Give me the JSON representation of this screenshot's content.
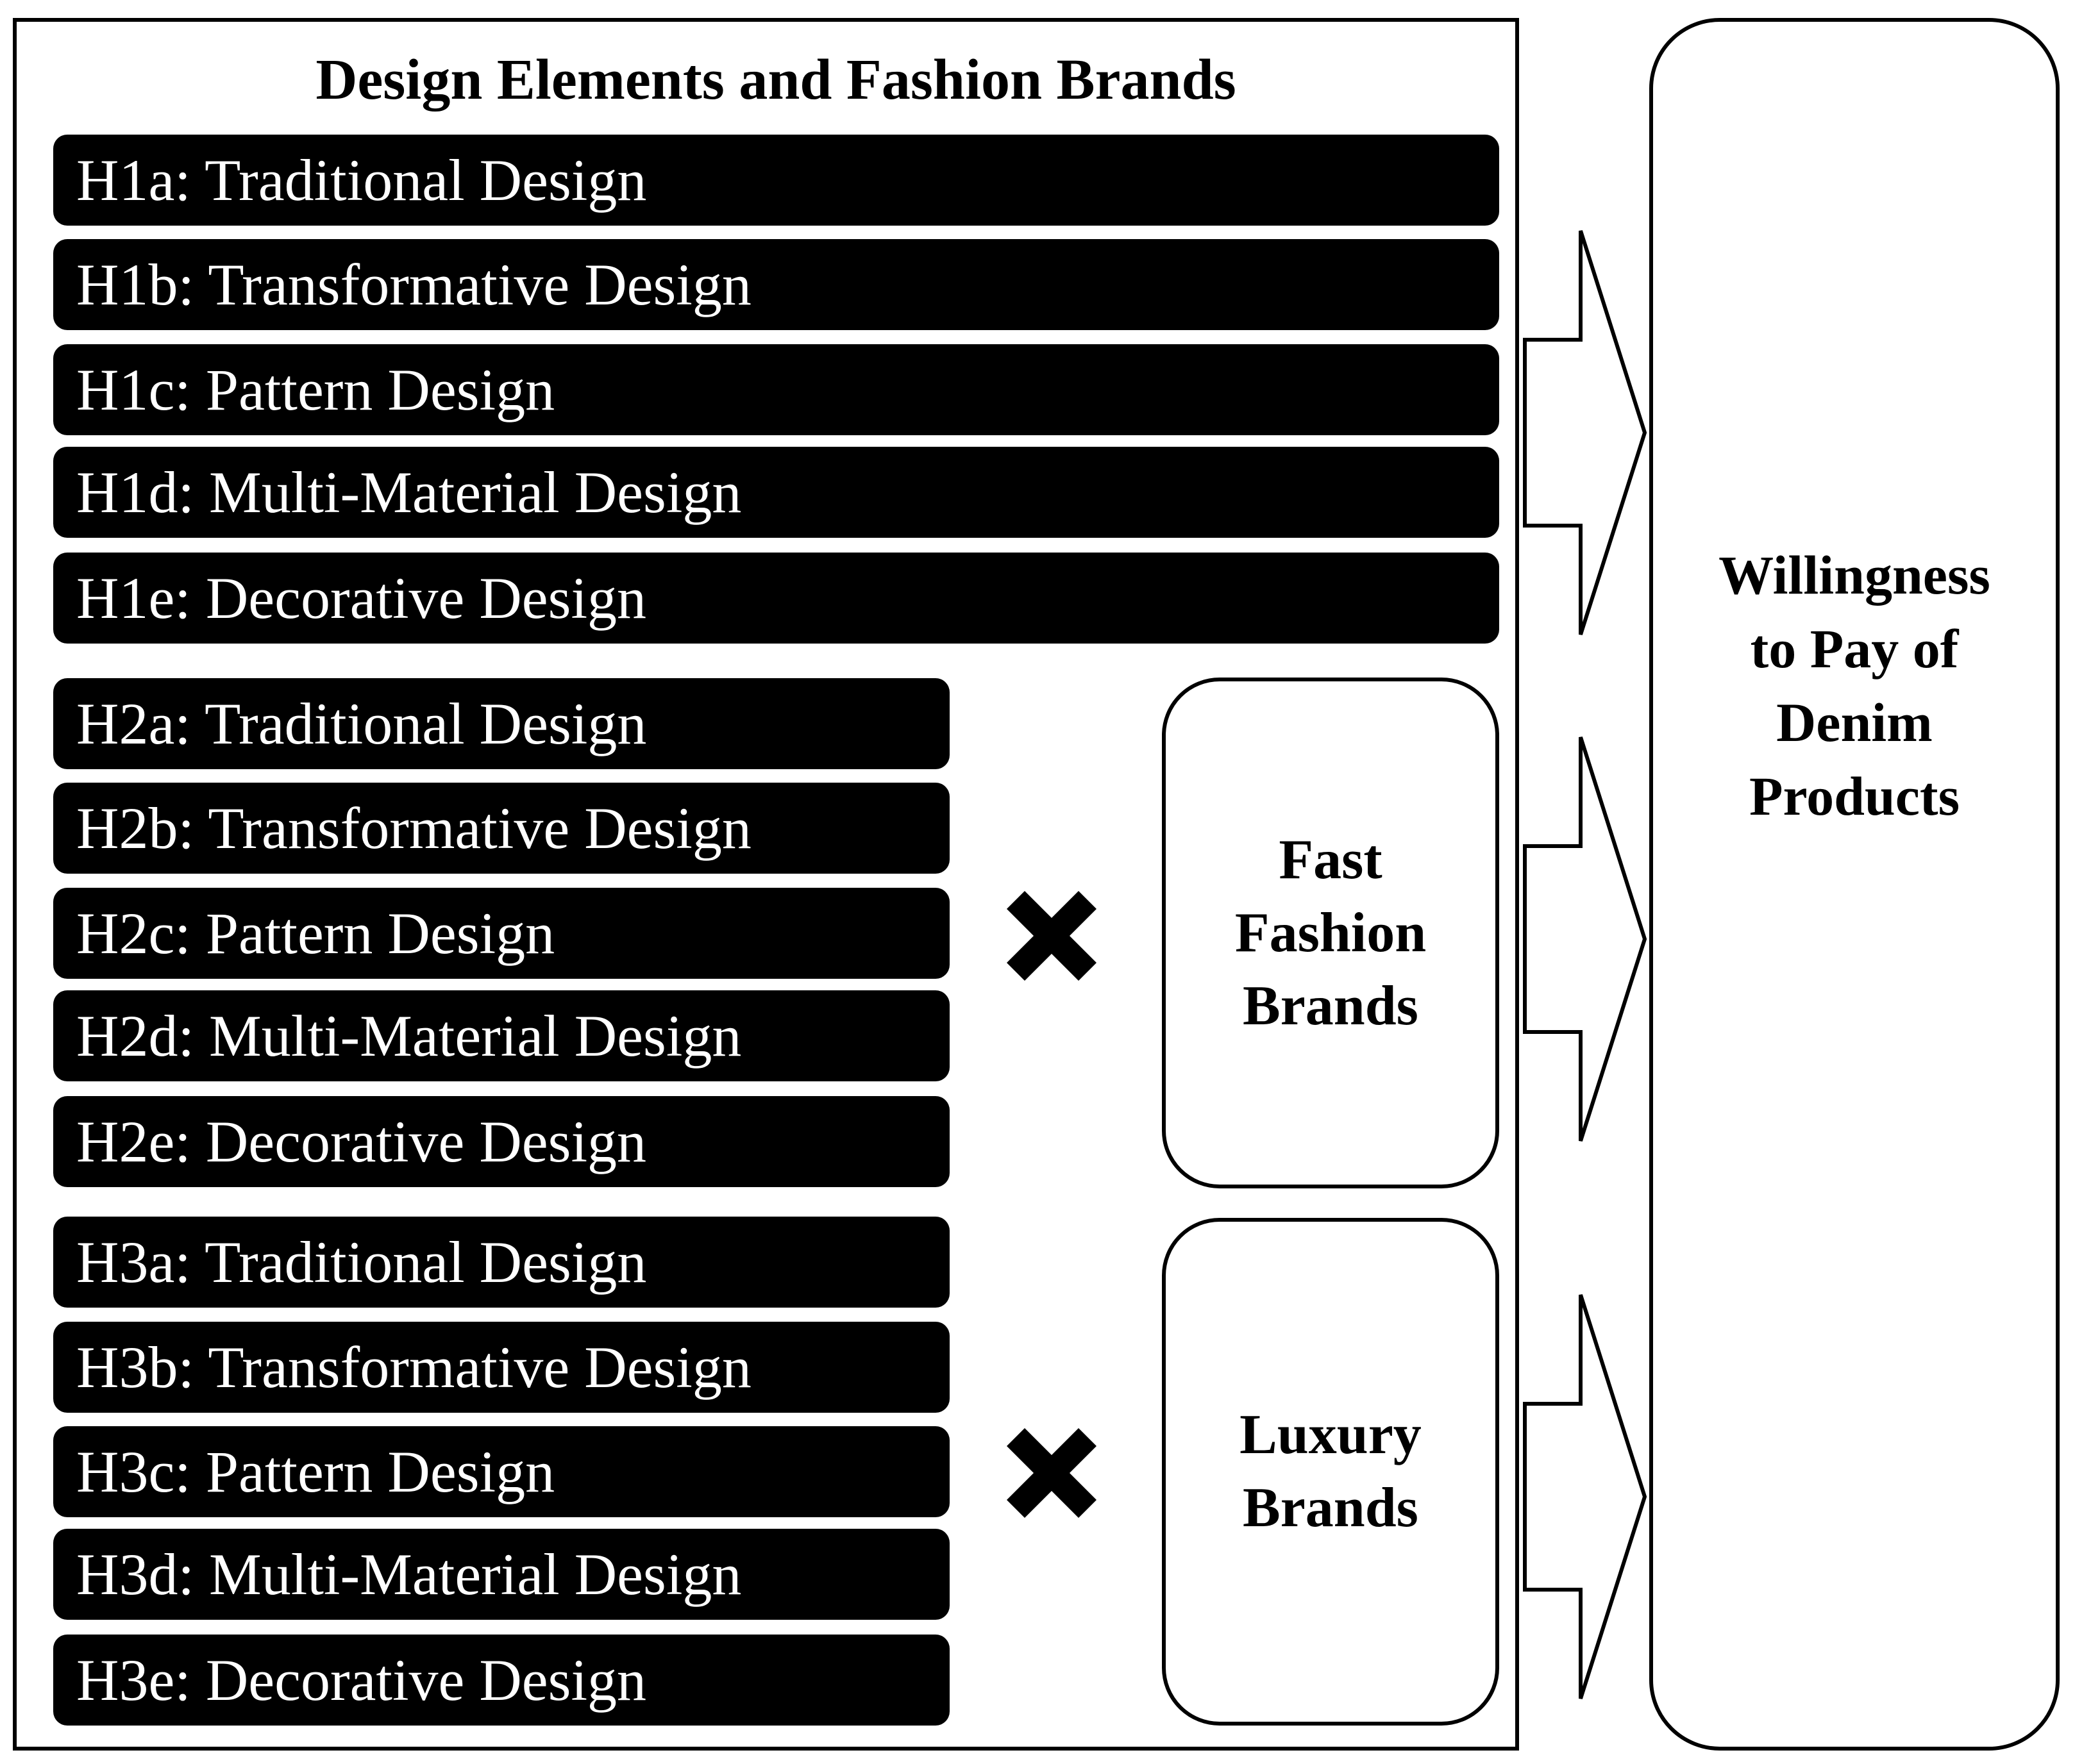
{
  "title": "Design Elements and Fashion Brands",
  "groups": [
    {
      "items": [
        "H1a: Traditional Design",
        "H1b: Transformative Design",
        "H1c: Pattern Design",
        "H1d: Multi-Material Design",
        "H1e: Decorative Design"
      ]
    },
    {
      "items": [
        "H2a: Traditional Design",
        "H2b: Transformative Design",
        "H2c: Pattern Design",
        "H2d: Multi-Material Design",
        "H2e: Decorative Design"
      ],
      "moderator": [
        "Fast",
        "Fashion",
        "Brands"
      ]
    },
    {
      "items": [
        "H3a: Traditional Design",
        "H3b: Transformative Design",
        "H3c: Pattern Design",
        "H3d: Multi-Material Design",
        "H3e: Decorative Design"
      ],
      "moderator": [
        "Luxury",
        "Brands"
      ]
    }
  ],
  "outcome": [
    "Willingness",
    "to Pay of",
    "Denim",
    "Products"
  ],
  "icons": {
    "multiply": "multiply-icon",
    "arrow": "right-arrow-icon"
  }
}
